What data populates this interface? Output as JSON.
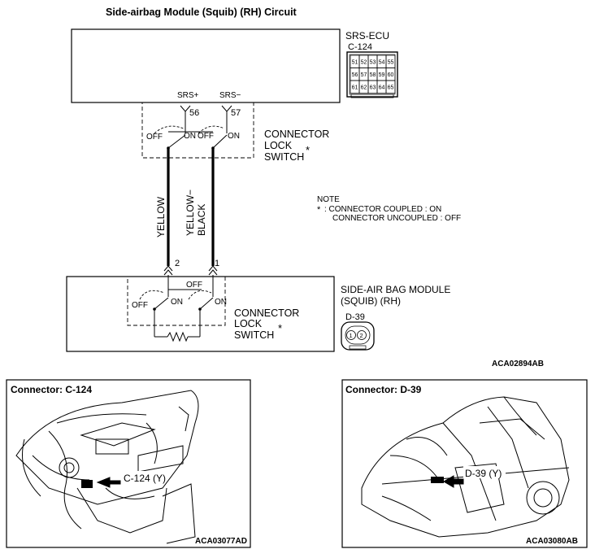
{
  "title": "Side-airbag Module (Squib) (RH) Circuit",
  "ecu": {
    "name": "SRS-ECU",
    "connector": "C-124",
    "pin_grid": [
      [
        "51",
        "52",
        "53",
        "54",
        "55"
      ],
      [
        "56",
        "57",
        "58",
        "59",
        "60"
      ],
      [
        "61",
        "62",
        "63",
        "64",
        "65"
      ]
    ],
    "terminals": [
      {
        "signal": "SRS+",
        "pin": "56"
      },
      {
        "signal": "SRS−",
        "pin": "57"
      }
    ],
    "lock_switch": {
      "off1": "OFF",
      "on1": "ON",
      "off2": "OFF",
      "on2": "ON"
    }
  },
  "connector_lock_switch_label": {
    "line1": "CONNECTOR",
    "line2": "LOCK",
    "line3": "SWITCH",
    "star": "*"
  },
  "wires": [
    {
      "color_line1": "YELLOW",
      "color_line2": "",
      "module_pin": "2"
    },
    {
      "color_line1": "YELLOW−",
      "color_line2": "BLACK",
      "module_pin": "1"
    }
  ],
  "note": {
    "heading": "NOTE",
    "star": "*",
    "line1": ": CONNECTOR COUPLED : ON",
    "line2": "CONNECTOR UNCOUPLED : OFF"
  },
  "module": {
    "name_line1": "SIDE-AIR BAG MODULE",
    "name_line2": "(SQUIB) (RH)",
    "connector": "D-39",
    "pins": [
      "1",
      "2"
    ],
    "lock_switch": {
      "off1": "OFF",
      "on1": "ON",
      "off2": "OFF",
      "on2": "ON"
    }
  },
  "diagram_code": "ACA02894AB",
  "panels": [
    {
      "title": "Connector: C-124",
      "callout": "C-124 (Y)",
      "code": "ACA03077AD"
    },
    {
      "title": "Connector: D-39",
      "callout": "D-39 (Y)",
      "code": "ACA03080AB"
    }
  ]
}
